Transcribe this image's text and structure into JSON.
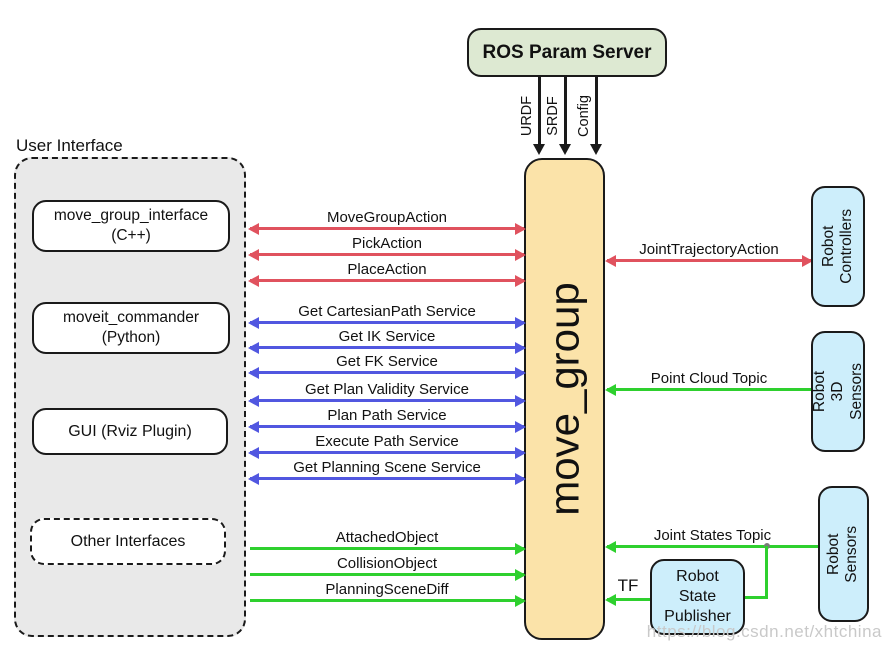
{
  "param_server": {
    "label": "ROS Param Server"
  },
  "param_links": [
    "URDF",
    "SRDF",
    "Config"
  ],
  "user_interface": {
    "title": "User Interface",
    "mgi_line1": "move_group_interface",
    "mgi_line2": "(C++)",
    "mc_line1": "moveit_commander",
    "mc_line2": "(Python)",
    "gui": "GUI (Rviz Plugin)",
    "other": "Other Interfaces"
  },
  "move_group": {
    "label": "move_group"
  },
  "actions": [
    "MoveGroupAction",
    "PickAction",
    "PlaceAction"
  ],
  "services": [
    "Get CartesianPath Service",
    "Get IK Service",
    "Get FK Service",
    "Get Plan Validity Service",
    "Plan Path Service",
    "Execute Path Service",
    "Get Planning Scene Service"
  ],
  "objects": [
    "AttachedObject",
    "CollisionObject",
    "PlanningSceneDiff"
  ],
  "right": {
    "joint_trajectory_action": "JointTrajectoryAction",
    "robot_controllers": "Robot\nControllers",
    "point_cloud_topic": "Point Cloud Topic",
    "robot_3d_sensors": "Robot\n3D Sensors",
    "joint_states_topic": "Joint States Topic",
    "robot_sensors": "Robot Sensors",
    "tf": "TF",
    "rsp_line1": "Robot",
    "rsp_line2": "State",
    "rsp_line3": "Publisher"
  },
  "watermark": "https://blog.csdn.net/xhtchina",
  "colors": {
    "action_red": "#e0525e",
    "service_blue": "#5157e0",
    "topic_green": "#2ed02e",
    "move_group_fill": "#fbe3a9",
    "param_server_fill": "#dde9d2",
    "robot_box_fill": "#cdeefb",
    "ui_panel_fill": "#e9e9e9"
  }
}
